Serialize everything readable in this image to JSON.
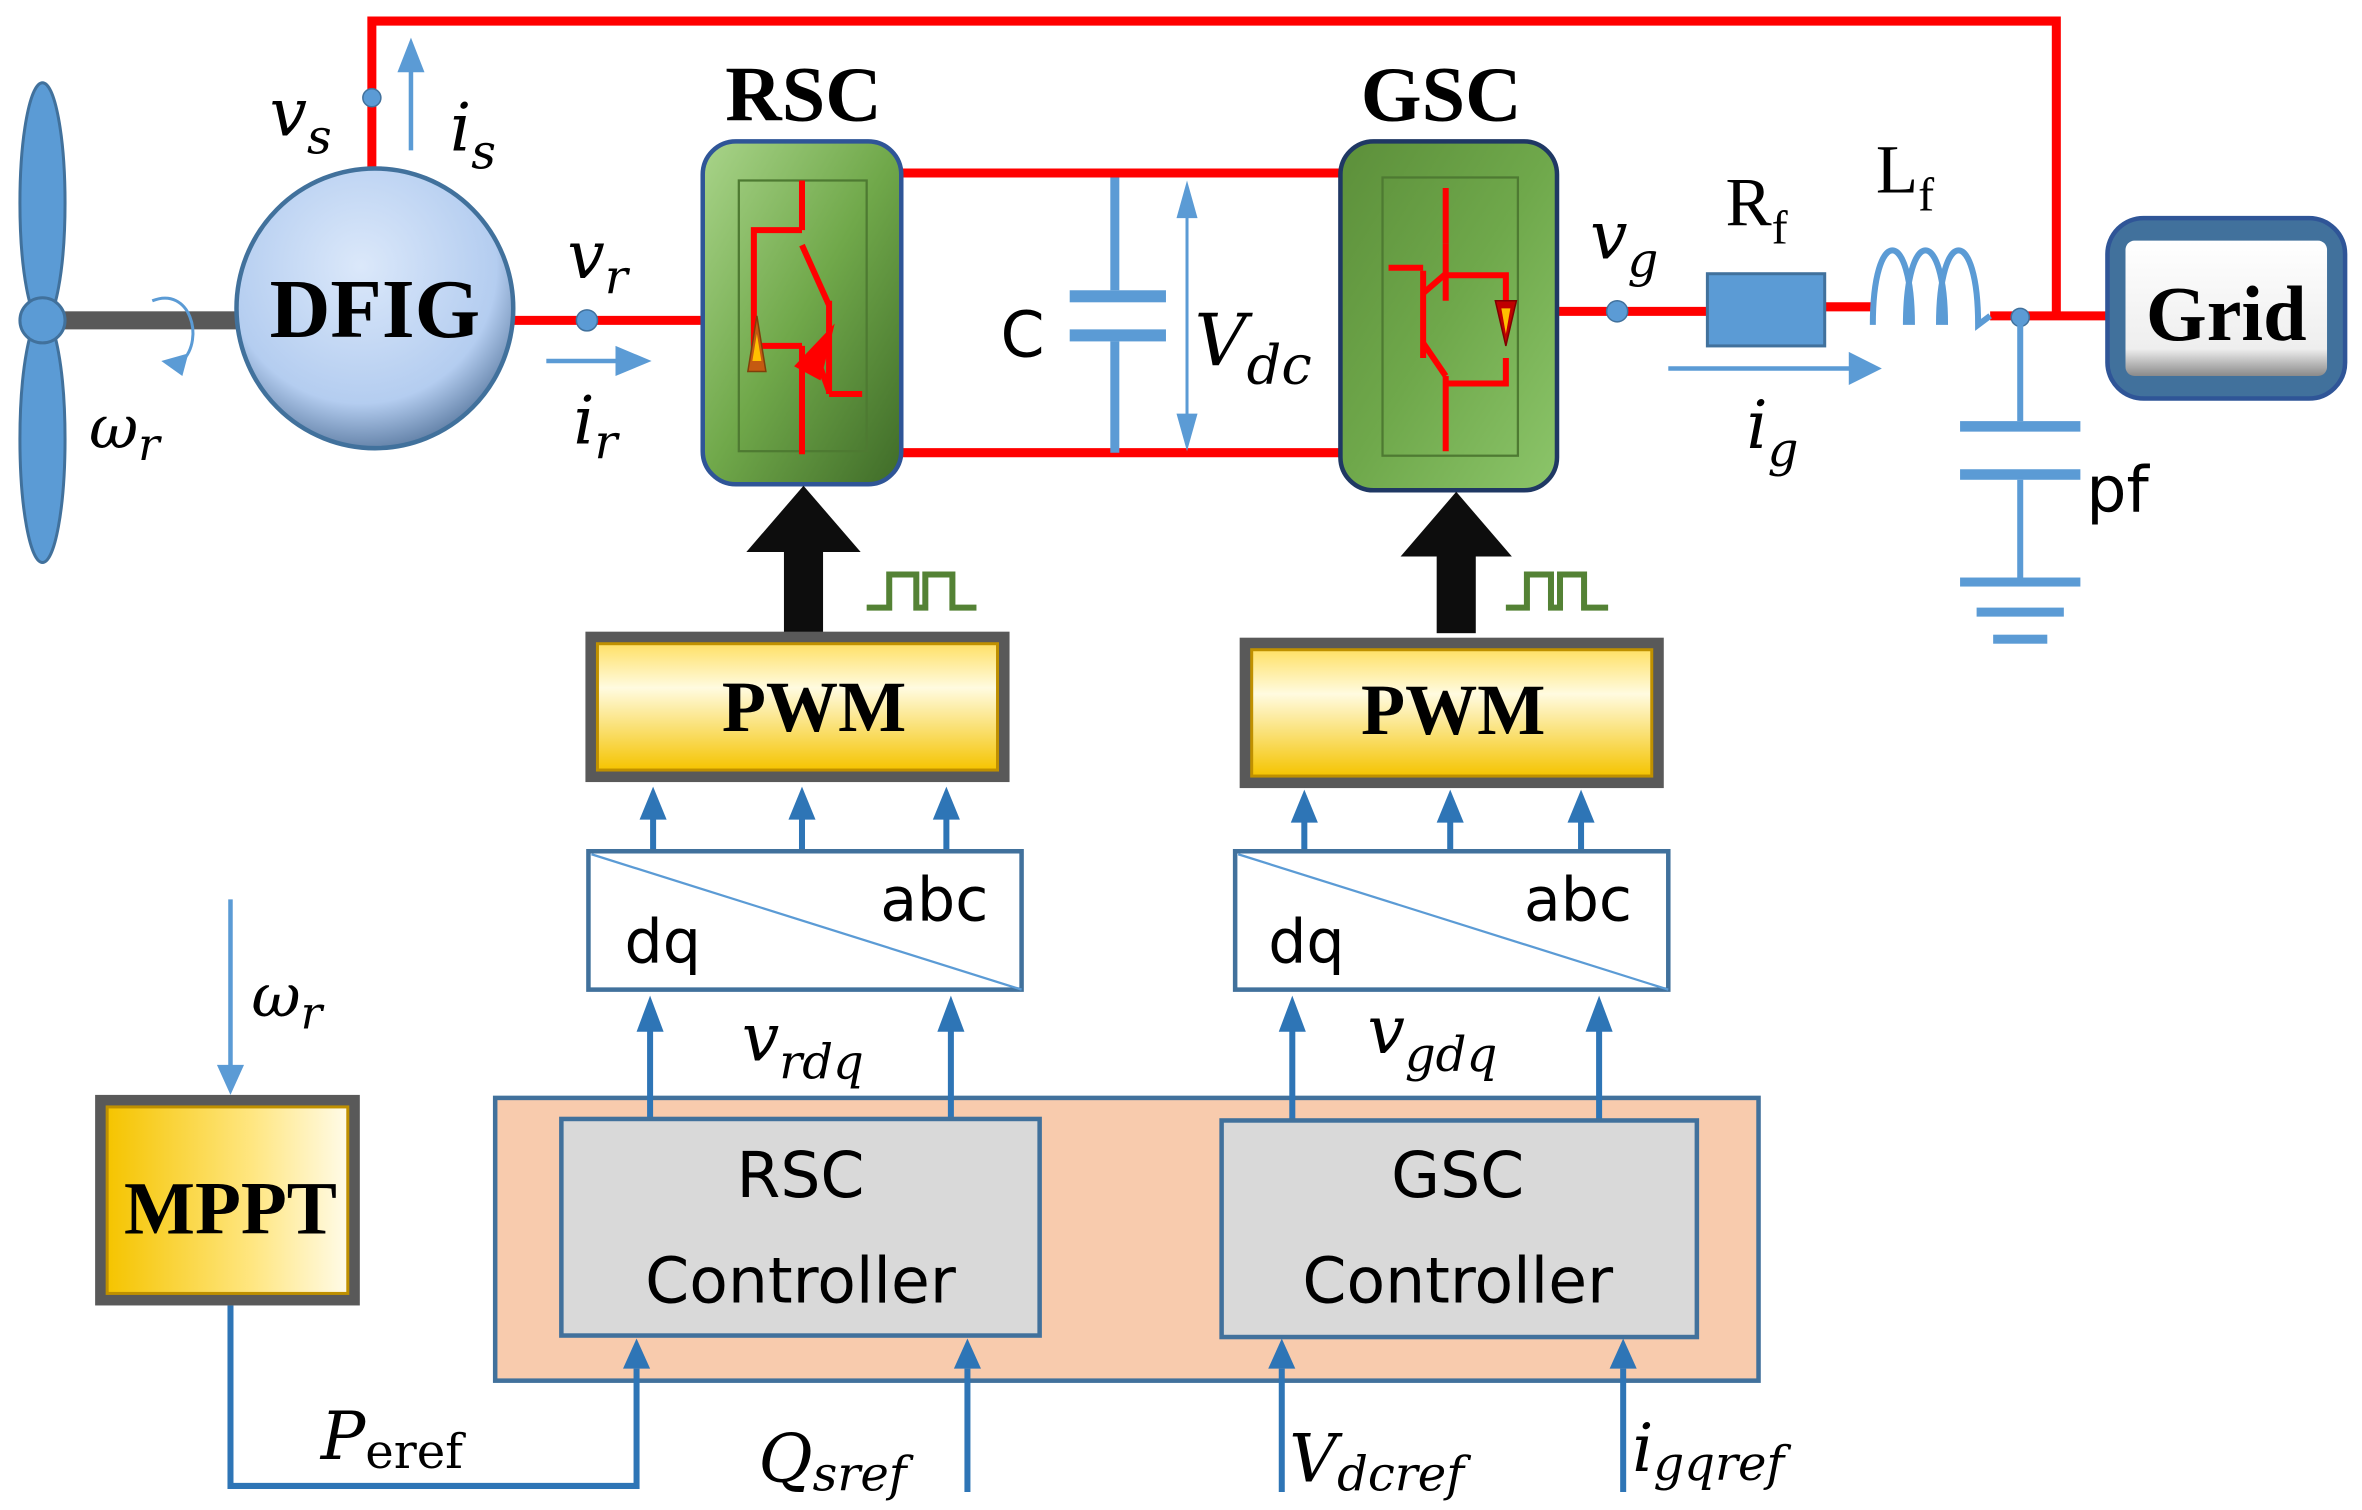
{
  "colors": {
    "power_line": "#ff0000",
    "signal_line": "#2e75b6",
    "light_signal": "#5b9bd5",
    "converter_green": "#70a84a",
    "pwm_yellow": "#ffd966",
    "controller_bg": "#f8cbad",
    "controller_box": "#d9d9d9",
    "pulse_green": "#548235"
  },
  "power": {
    "generator": "DFIG",
    "rsc_title": "RSC",
    "gsc_title": "GSC",
    "grid": "Grid",
    "capacitor": "C",
    "vdc": {
      "main": "V",
      "sub": "dc"
    },
    "vs": {
      "main": "v",
      "sub": "s"
    },
    "is": {
      "main": "i",
      "sub": "s"
    },
    "vr": {
      "main": "v",
      "sub": "r"
    },
    "ir": {
      "main": "i",
      "sub": "r"
    },
    "wr": {
      "main": "ω",
      "sub": "r"
    },
    "vg": {
      "main": "v",
      "sub": "g"
    },
    "ig": {
      "main": "i",
      "sub": "g"
    },
    "rf": {
      "main": "R",
      "sub": "f"
    },
    "lf": {
      "main": "L",
      "sub": "f"
    },
    "pf": "pf"
  },
  "control": {
    "pwm_rsc": "PWM",
    "pwm_gsc": "PWM",
    "transform_dq": "dq",
    "transform_abc": "abc",
    "vrdq": {
      "main": "v",
      "sub": "rdq"
    },
    "vgdq": {
      "main": "v",
      "sub": "gdq"
    },
    "rsc_controller": [
      "RSC",
      "Controller"
    ],
    "gsc_controller": [
      "GSC",
      "Controller"
    ],
    "mppt": "MPPT",
    "mppt_input": {
      "main": "ω",
      "sub": "r"
    },
    "peref": {
      "main": "P",
      "sub": "eref"
    },
    "qsref": {
      "main": "Q",
      "sub": "sref"
    },
    "vdcref": {
      "main": "V",
      "sub": "dcref"
    },
    "igqref": {
      "main": "i",
      "sub": "gqref"
    }
  }
}
